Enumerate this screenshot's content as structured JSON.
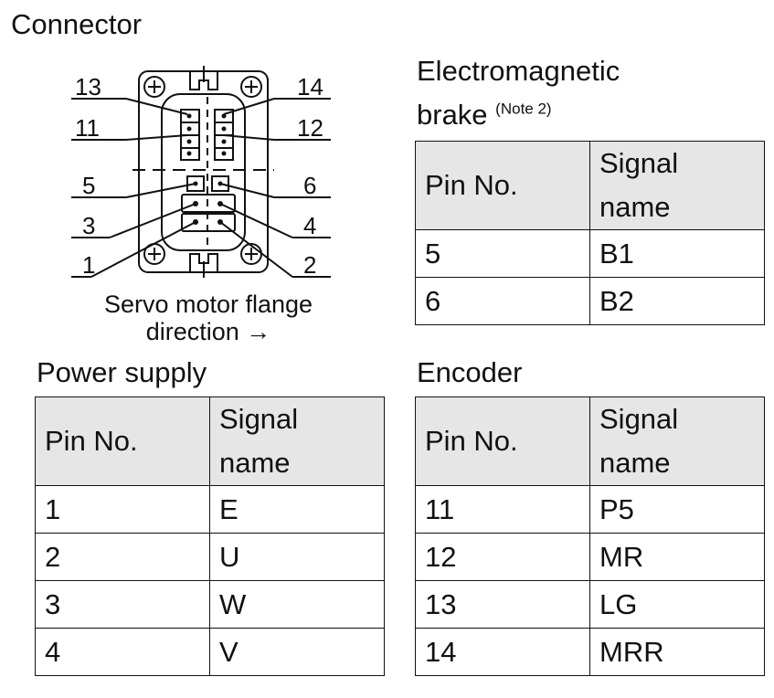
{
  "connector": {
    "title": "Connector",
    "caption_line1": "Servo motor flange",
    "caption_line2": "direction →",
    "pin_labels": {
      "p13": "13",
      "p14": "14",
      "p11": "11",
      "p12": "12",
      "p5": "5",
      "p6": "6",
      "p3": "3",
      "p4": "4",
      "p1": "1",
      "p2": "2"
    }
  },
  "brake": {
    "title_line1": "Electromagnetic",
    "title_line2": "brake",
    "note": "(Note 2)",
    "header": {
      "pin": "Pin No.",
      "signal_line1": "Signal",
      "signal_line2": "name"
    },
    "rows": [
      {
        "pin": "5",
        "signal": "B1"
      },
      {
        "pin": "6",
        "signal": "B2"
      }
    ]
  },
  "power": {
    "title": "Power supply",
    "header": {
      "pin": "Pin No.",
      "signal_line1": "Signal",
      "signal_line2": "name"
    },
    "rows": [
      {
        "pin": "1",
        "signal": "E"
      },
      {
        "pin": "2",
        "signal": "U"
      },
      {
        "pin": "3",
        "signal": "W"
      },
      {
        "pin": "4",
        "signal": "V"
      }
    ]
  },
  "encoder": {
    "title": "Encoder",
    "header": {
      "pin": "Pin No.",
      "signal_line1": "Signal",
      "signal_line2": "name"
    },
    "rows": [
      {
        "pin": "11",
        "signal": "P5"
      },
      {
        "pin": "12",
        "signal": "MR"
      },
      {
        "pin": "13",
        "signal": "LG"
      },
      {
        "pin": "14",
        "signal": "MRR"
      }
    ]
  }
}
